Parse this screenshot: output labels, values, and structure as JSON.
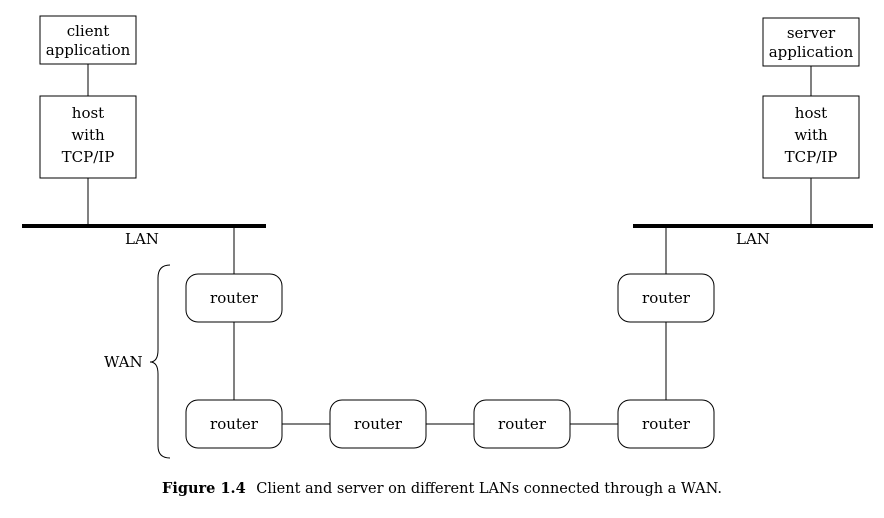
{
  "diagram": {
    "boxes": {
      "client_app": [
        "client",
        "application"
      ],
      "server_app": [
        "server",
        "application"
      ],
      "client_host": [
        "host",
        "with",
        "TCP/IP"
      ],
      "server_host": [
        "host",
        "with",
        "TCP/IP"
      ]
    },
    "lan_left_label": "LAN",
    "lan_right_label": "LAN",
    "wan_label": "WAN",
    "router_label": "router"
  },
  "caption": {
    "figure": "Figure 1.4",
    "text": "Client and server on different LANs connected through a WAN."
  }
}
